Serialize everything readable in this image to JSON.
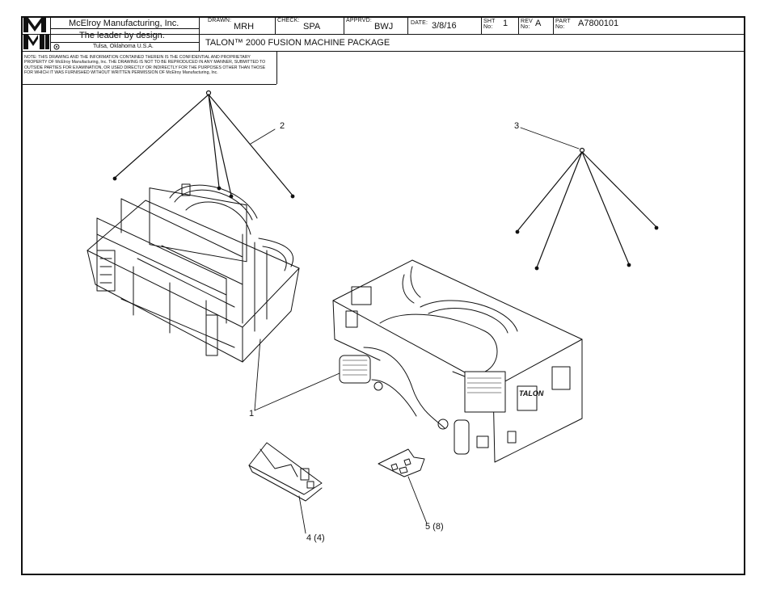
{
  "company": {
    "logo_letters": "MMI",
    "name": "McElroy Manufacturing, Inc.",
    "tagline": "The leader by design.",
    "location": "Tulsa, Oklahoma U.S.A."
  },
  "title_block": {
    "drawn_label": "DRAWN:",
    "drawn_value": "MRH",
    "check_label": "CHECK:",
    "check_value": "SPA",
    "apprvd_label": "APPRVD:",
    "apprvd_value": "BWJ",
    "date_label": "DATE:",
    "date_value": "3/8/16",
    "sht_label": "SHT No:",
    "sht_value": "1",
    "rev_label": "REV No:",
    "rev_value": "A",
    "part_label": "PART No:",
    "part_value": "A7800101",
    "title": "TALON™ 2000 FUSION MACHINE PACKAGE"
  },
  "note": "NOTE: THIS DRAWING AND THE INFORMATION CONTAINED THEREIN IS THE CONFIDENTIAL AND PROPRIETARY PROPERTY OF McElroy Manufacturing, Inc. THE DRAWING IS NOT TO BE REPRODUCED IN ANY MANNER, SUBMITTED TO OUTSIDE PARTIES FOR EXAMINATION, OR USED DIRECTLY OR INDIRECTLY FOR THE PURPOSES OTHER THAN THOSE FOR WHICH IT WAS FURNISHED WITHOUT WRITTEN PERMISSION OF McElroy Manufacturing, Inc.",
  "callouts": {
    "c1": "1",
    "c2": "2",
    "c3": "3",
    "c4": "4 (4)",
    "c5": "5 (8)"
  },
  "machine_badge": "TALON",
  "icons": [
    "logo-mark",
    "origin-symbol-icon"
  ]
}
